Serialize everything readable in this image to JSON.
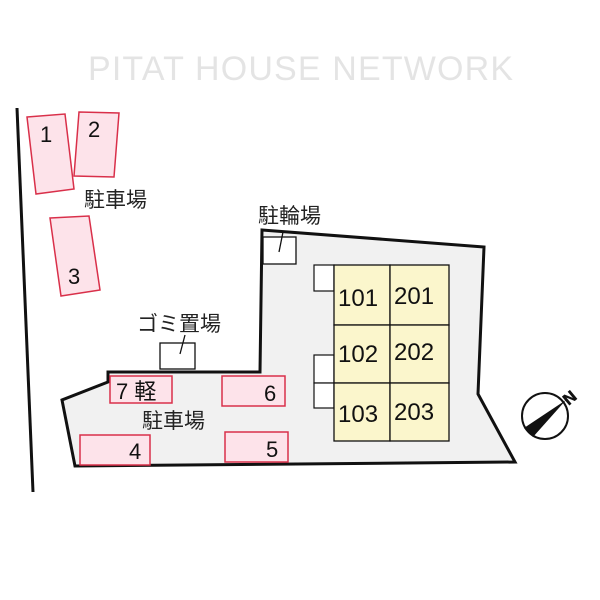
{
  "watermark": "PITAT HOUSE NETWORK",
  "labels": {
    "parking_upper": "駐車場",
    "parking_lower": "駐車場",
    "bicycle_parking": "駐輪場",
    "garbage_area": "ゴミ置場",
    "north": "N"
  },
  "parking_spaces": [
    "1",
    "2",
    "3",
    "4",
    "5",
    "6",
    "7 軽"
  ],
  "units": [
    "101",
    "201",
    "102",
    "202",
    "103",
    "203"
  ],
  "colors": {
    "parking_fill": "#fde3ea",
    "parking_stroke": "#d9304a",
    "unit_fill": "#fbf6cc",
    "lot_fill": "#f1f1f1"
  }
}
